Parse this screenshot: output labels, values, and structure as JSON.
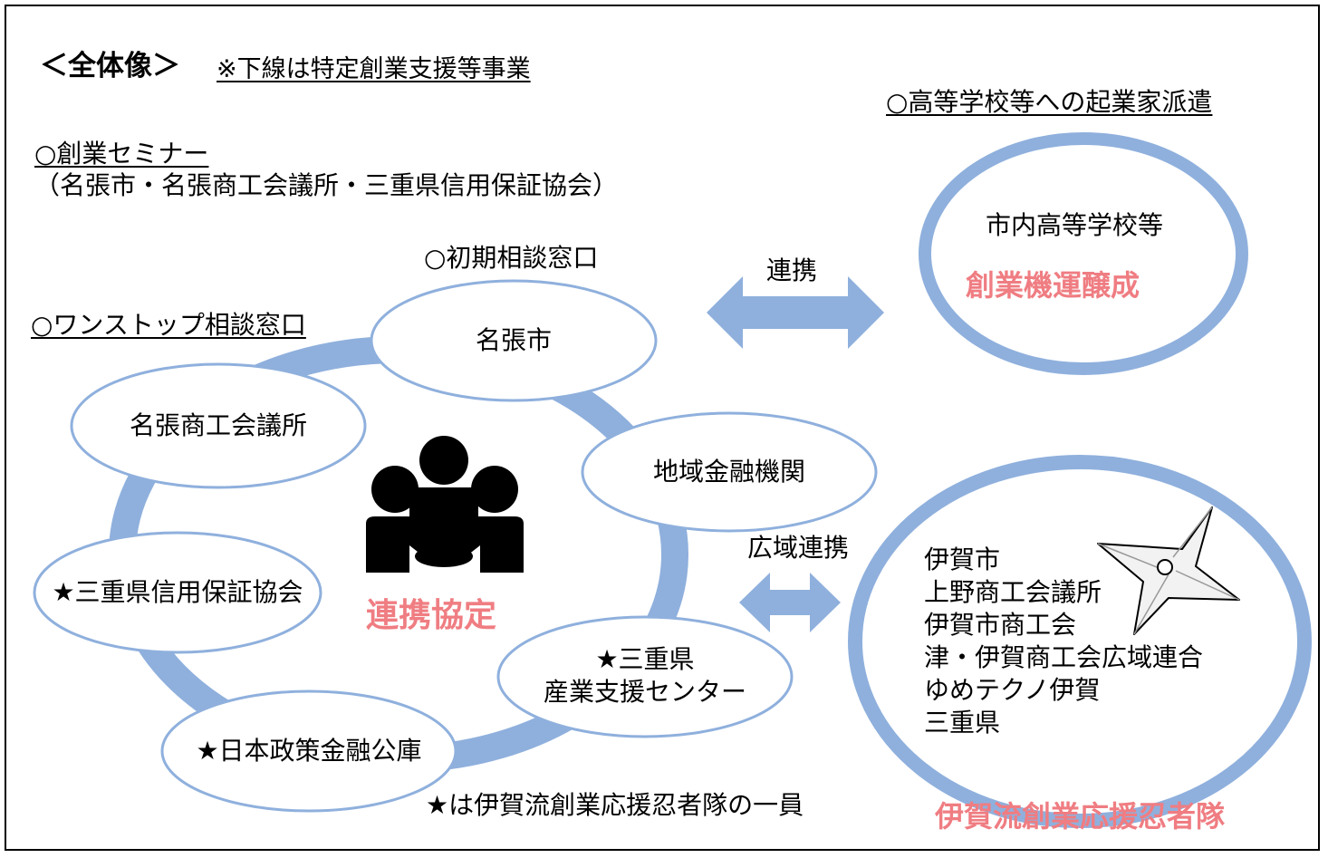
{
  "header": {
    "title": "＜全体像＞",
    "note": "※下線は特定創業支援等事業"
  },
  "seminar": {
    "title": "○創業セミナー",
    "orgs": "（名張市・名張商工会議所・三重県信用保証協会）"
  },
  "initial_consult": "○初期相談窓口",
  "onestop_consult": "○ワンストップ相談窓口",
  "highschool": {
    "title": "○高等学校等への起業家派遣",
    "org": "市内高等学校等",
    "slogan": "創業機運醸成"
  },
  "link_label": "連携",
  "wide_link_label": "広域連携",
  "partners": {
    "nabari_city": "名張市",
    "chamber": "名張商工会議所",
    "regional_finance": "地域金融機関",
    "credit_guarantee": "★三重県信用保証協会",
    "mie_center_line1": "★三重県",
    "mie_center_line2": "産業支援センター",
    "jfc": "★日本政策金融公庫"
  },
  "agreement": "連携協定",
  "ninja_team": {
    "members": [
      "伊賀市",
      "上野商工会議所",
      "伊賀市商工会",
      "津・伊賀商工会広域連合",
      "ゆめテクノ伊賀",
      "三重県"
    ],
    "name": "伊賀流創業応援忍者隊"
  },
  "footnote": "★は伊賀流創業応援忍者隊の一員",
  "icons": [
    "people-handshake-icon",
    "shuriken-icon",
    "double-arrow-icon"
  ],
  "colors": {
    "ring": "#8fb0dd",
    "ellipse_border": "#8fb0dd",
    "accent_pink": "#ef7d82"
  }
}
